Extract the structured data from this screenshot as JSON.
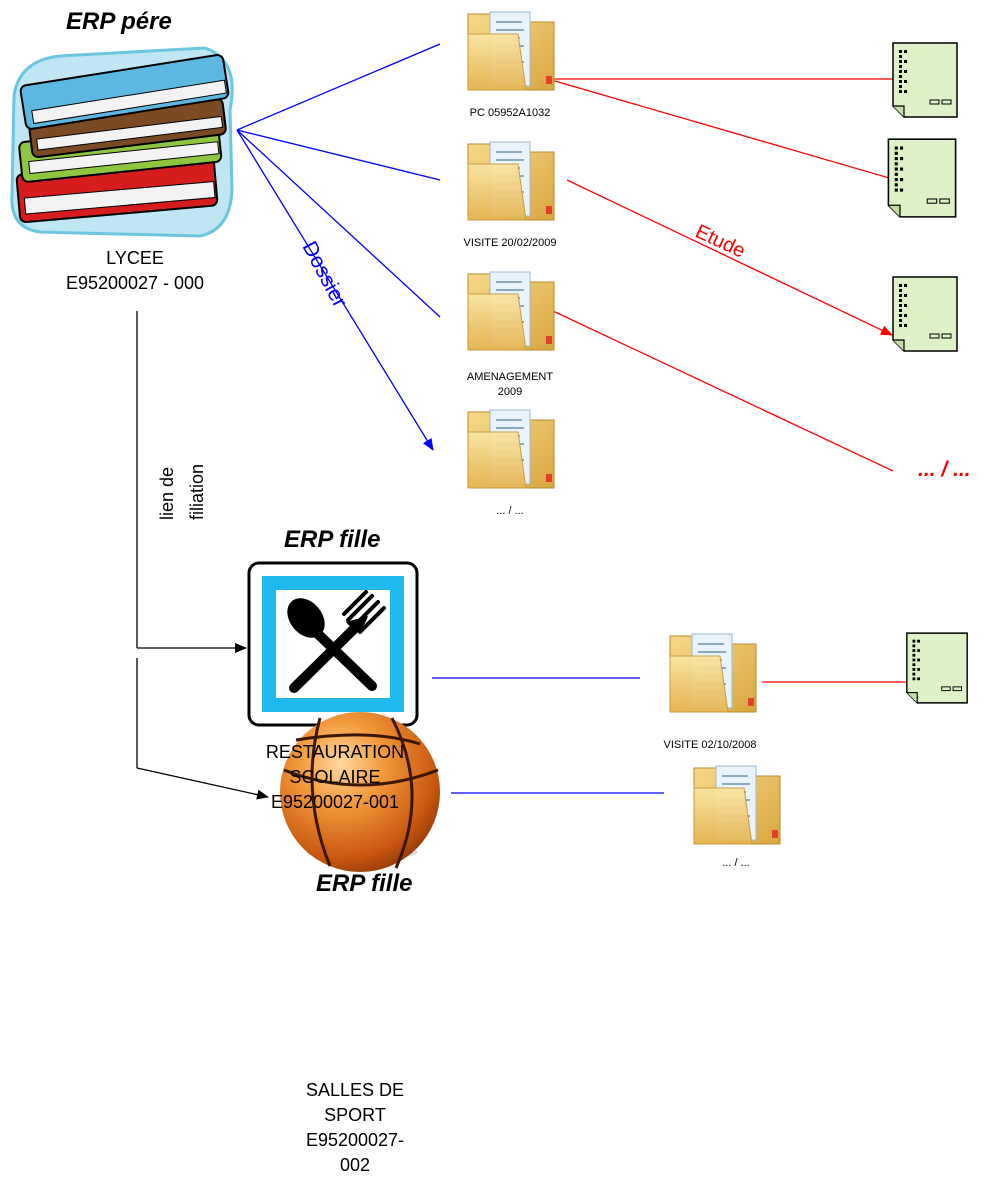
{
  "colors": {
    "dossier": "#0000ff",
    "etude": "#ff0000",
    "filiation": "#000000"
  },
  "parent": {
    "title": "ERP pére",
    "name": "LYCEE",
    "code": "E95200027 - 000",
    "icon": "books-icon"
  },
  "filiation_label": {
    "line1": "lien de",
    "line2": "filiation"
  },
  "dossier_label": "Dossier",
  "etude_label": "Etude",
  "ellipsis_red": "... / ...",
  "parent_folders": [
    {
      "line1": "PC 05952A1032",
      "line2": ""
    },
    {
      "line1": "VISITE 20/02/2009",
      "line2": ""
    },
    {
      "line1": "AMENAGEMENT",
      "line2": "2009"
    },
    {
      "line1": "... / ...",
      "line2": ""
    }
  ],
  "child1": {
    "title": "ERP fille",
    "line1": "RESTAURATION",
    "line2": "SCOLAIRE",
    "line3": "E95200027-001",
    "icon": "fork-knife-icon",
    "folder_label": "VISITE 02/10/2008"
  },
  "child2": {
    "title": "ERP fille",
    "line1": "SALLES DE",
    "line2": "SPORT",
    "line3": "E95200027-",
    "line4": "002",
    "icon": "basketball-icon",
    "folder_label": "... / ..."
  }
}
